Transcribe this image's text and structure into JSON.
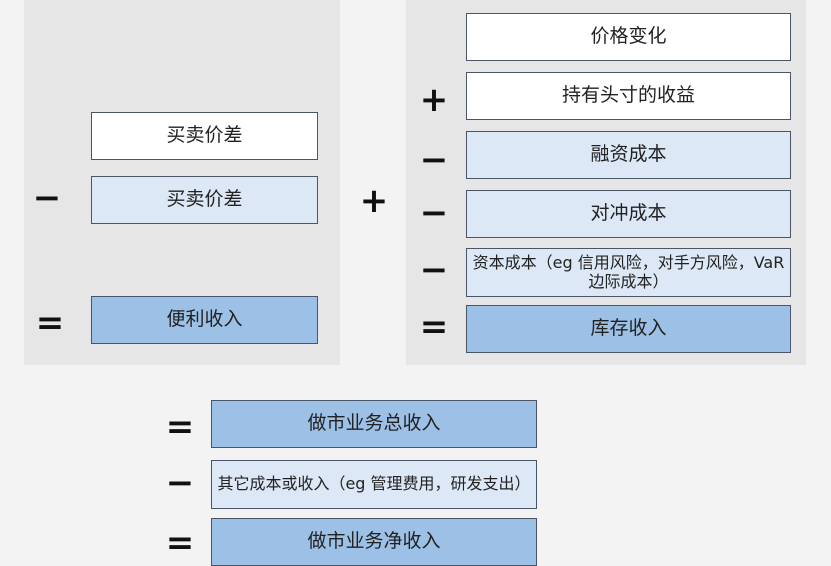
{
  "left": {
    "box1": "买卖价差",
    "box2": "买卖价差",
    "box3": "便利收入",
    "op_minus": "−",
    "op_eq": "="
  },
  "middle": {
    "op_plus": "+"
  },
  "right": {
    "box1": "价格变化",
    "box2": "持有头寸的收益",
    "box3": "融资成本",
    "box4": "对冲成本",
    "box5": "资本成本（eg 信用风险，对手方风险，VaR边际成本）",
    "box6": "库存收入",
    "op1": "+",
    "op2": "−",
    "op3": "−",
    "op4": "−",
    "op5": "="
  },
  "bottom": {
    "box1": "做市业务总收入",
    "box2": "其它成本或收入（eg 管理费用，研发支出）",
    "box3": "做市业务净收入",
    "op1": "=",
    "op2": "−",
    "op3": "="
  }
}
